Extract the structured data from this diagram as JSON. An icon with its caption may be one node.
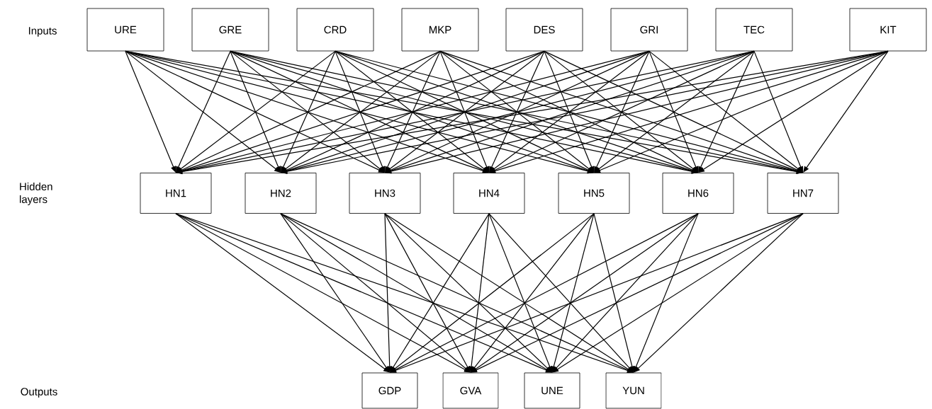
{
  "diagram": {
    "nodes": [
      {
        "text": [
          "URE"
        ]
      },
      {
        "text": [
          "GRE"
        ]
      },
      {
        "text": [
          "CRD"
        ]
      },
      {
        "text": [
          "MKP"
        ]
      },
      {
        "text": [
          "DES"
        ]
      },
      {
        "text": [
          "GRI"
        ]
      },
      {
        "text": [
          "TEC"
        ]
      },
      {
        "text": [
          "KIT"
        ]
      },
      {
        "text": [
          "HN1"
        ]
      },
      {
        "text": [
          "HN2"
        ]
      },
      {
        "text": [
          "HN3"
        ]
      },
      {
        "text": [
          "HN4"
        ]
      },
      {
        "text": [
          "HN5"
        ]
      },
      {
        "text": [
          "HN6"
        ]
      },
      {
        "text": [
          "HN7"
        ]
      },
      {
        "text": [
          "GDP"
        ]
      },
      {
        "text": [
          "GVA"
        ]
      },
      {
        "text": [
          "UNE"
        ]
      },
      {
        "text": [
          "YUN"
        ]
      }
    ],
    "edges": [
      {
        "from": 0,
        "to": 8,
        "arrow": "to"
      },
      {
        "from": 0,
        "to": 9,
        "arrow": "to"
      },
      {
        "from": 0,
        "to": 10,
        "arrow": "to"
      },
      {
        "from": 0,
        "to": 11,
        "arrow": "to"
      },
      {
        "from": 0,
        "to": 12,
        "arrow": "to"
      },
      {
        "from": 0,
        "to": 13,
        "arrow": "to"
      },
      {
        "from": 0,
        "to": 14,
        "arrow": "to"
      },
      {
        "from": 1,
        "to": 8,
        "arrow": "to"
      },
      {
        "from": 1,
        "to": 9,
        "arrow": "to"
      },
      {
        "from": 1,
        "to": 10,
        "arrow": "to"
      },
      {
        "from": 1,
        "to": 11,
        "arrow": "to"
      },
      {
        "from": 1,
        "to": 12,
        "arrow": "to"
      },
      {
        "from": 1,
        "to": 13,
        "arrow": "to"
      },
      {
        "from": 1,
        "to": 14,
        "arrow": "to"
      },
      {
        "from": 2,
        "to": 8,
        "arrow": "to"
      },
      {
        "from": 2,
        "to": 9,
        "arrow": "to"
      },
      {
        "from": 2,
        "to": 10,
        "arrow": "to"
      },
      {
        "from": 2,
        "to": 11,
        "arrow": "to"
      },
      {
        "from": 2,
        "to": 12,
        "arrow": "to"
      },
      {
        "from": 2,
        "to": 13,
        "arrow": "to"
      },
      {
        "from": 2,
        "to": 14,
        "arrow": "to"
      },
      {
        "from": 3,
        "to": 8,
        "arrow": "to"
      },
      {
        "from": 3,
        "to": 9,
        "arrow": "to"
      },
      {
        "from": 3,
        "to": 10,
        "arrow": "to"
      },
      {
        "from": 3,
        "to": 11,
        "arrow": "to"
      },
      {
        "from": 3,
        "to": 12,
        "arrow": "to"
      },
      {
        "from": 3,
        "to": 13,
        "arrow": "to"
      },
      {
        "from": 3,
        "to": 14,
        "arrow": "to"
      },
      {
        "from": 4,
        "to": 8,
        "arrow": "to"
      },
      {
        "from": 4,
        "to": 9,
        "arrow": "to"
      },
      {
        "from": 4,
        "to": 10,
        "arrow": "to"
      },
      {
        "from": 4,
        "to": 11,
        "arrow": "to"
      },
      {
        "from": 4,
        "to": 12,
        "arrow": "to"
      },
      {
        "from": 4,
        "to": 13,
        "arrow": "to"
      },
      {
        "from": 4,
        "to": 14,
        "arrow": "to"
      },
      {
        "from": 5,
        "to": 8,
        "arrow": "to"
      },
      {
        "from": 5,
        "to": 9,
        "arrow": "to"
      },
      {
        "from": 5,
        "to": 10,
        "arrow": "to"
      },
      {
        "from": 5,
        "to": 11,
        "arrow": "to"
      },
      {
        "from": 5,
        "to": 12,
        "arrow": "to"
      },
      {
        "from": 5,
        "to": 13,
        "arrow": "to"
      },
      {
        "from": 5,
        "to": 14,
        "arrow": "to"
      },
      {
        "from": 6,
        "to": 8,
        "arrow": "to"
      },
      {
        "from": 6,
        "to": 9,
        "arrow": "to"
      },
      {
        "from": 6,
        "to": 10,
        "arrow": "to"
      },
      {
        "from": 6,
        "to": 11,
        "arrow": "to"
      },
      {
        "from": 6,
        "to": 12,
        "arrow": "to"
      },
      {
        "from": 6,
        "to": 13,
        "arrow": "to"
      },
      {
        "from": 6,
        "to": 14,
        "arrow": "to"
      },
      {
        "from": 7,
        "to": 8,
        "arrow": "to"
      },
      {
        "from": 7,
        "to": 9,
        "arrow": "to"
      },
      {
        "from": 7,
        "to": 10,
        "arrow": "to"
      },
      {
        "from": 7,
        "to": 11,
        "arrow": "to"
      },
      {
        "from": 7,
        "to": 12,
        "arrow": "to"
      },
      {
        "from": 7,
        "to": 13,
        "arrow": "to"
      },
      {
        "from": 7,
        "to": 14,
        "arrow": "to"
      },
      {
        "from": 8,
        "to": 15,
        "arrow": "to"
      },
      {
        "from": 8,
        "to": 16,
        "arrow": "to"
      },
      {
        "from": 8,
        "to": 17,
        "arrow": "to"
      },
      {
        "from": 8,
        "to": 18,
        "arrow": "to"
      },
      {
        "from": 9,
        "to": 15,
        "arrow": "to"
      },
      {
        "from": 9,
        "to": 16,
        "arrow": "to"
      },
      {
        "from": 9,
        "to": 17,
        "arrow": "to"
      },
      {
        "from": 9,
        "to": 18,
        "arrow": "to"
      },
      {
        "from": 10,
        "to": 15,
        "arrow": "to"
      },
      {
        "from": 10,
        "to": 16,
        "arrow": "to"
      },
      {
        "from": 10,
        "to": 17,
        "arrow": "to"
      },
      {
        "from": 10,
        "to": 18,
        "arrow": "to"
      },
      {
        "from": 11,
        "to": 15,
        "arrow": "to"
      },
      {
        "from": 11,
        "to": 16,
        "arrow": "to"
      },
      {
        "from": 11,
        "to": 17,
        "arrow": "to"
      },
      {
        "from": 11,
        "to": 18,
        "arrow": "to"
      },
      {
        "from": 12,
        "to": 15,
        "arrow": "to"
      },
      {
        "from": 12,
        "to": 16,
        "arrow": "to"
      },
      {
        "from": 12,
        "to": 17,
        "arrow": "to"
      },
      {
        "from": 12,
        "to": 18,
        "arrow": "to"
      },
      {
        "from": 13,
        "to": 15,
        "arrow": "to"
      },
      {
        "from": 13,
        "to": 16,
        "arrow": "to"
      },
      {
        "from": 13,
        "to": 17,
        "arrow": "to"
      },
      {
        "from": 13,
        "to": 18,
        "arrow": "to"
      },
      {
        "from": 14,
        "to": 15,
        "arrow": "to"
      },
      {
        "from": 14,
        "to": 16,
        "arrow": "to"
      },
      {
        "from": 14,
        "to": 17,
        "arrow": "to"
      },
      {
        "from": 14,
        "to": 18,
        "arrow": "to"
      }
    ],
    "labels": [
      "Inputs",
      "Hidden layers",
      "Outputs"
    ]
  }
}
